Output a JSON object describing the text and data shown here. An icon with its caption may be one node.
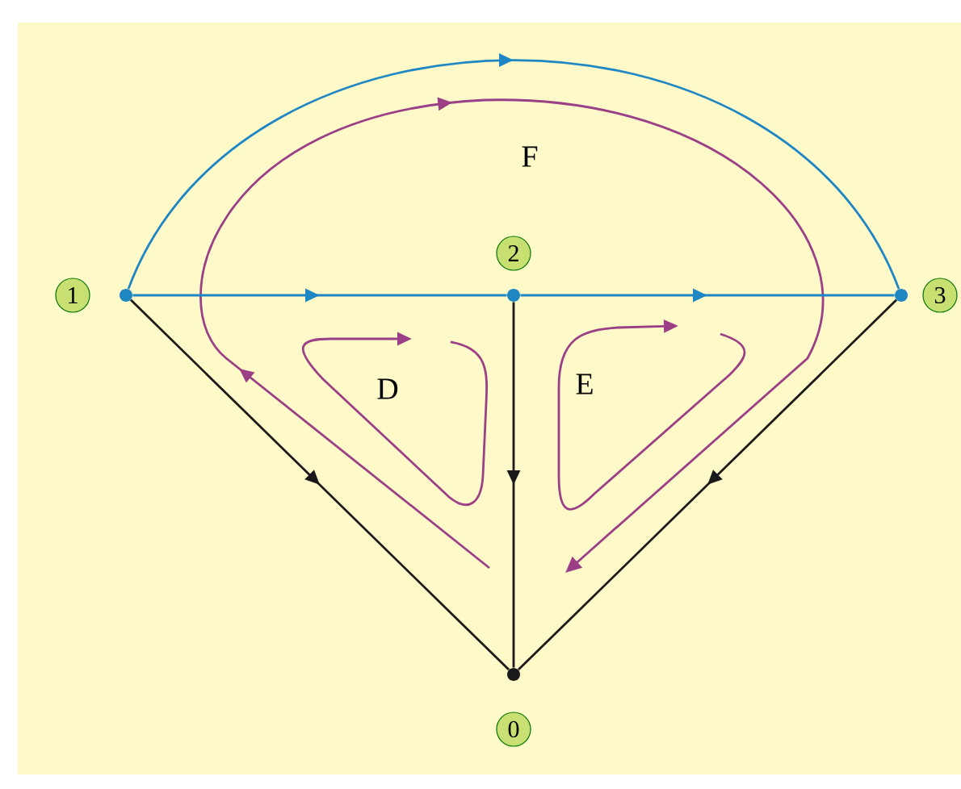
{
  "diagram": {
    "nodes": [
      {
        "text": [
          "1"
        ]
      },
      {
        "text": [
          "2"
        ]
      },
      {
        "text": [
          "3"
        ]
      },
      {
        "text": [
          "0"
        ]
      },
      {
        "text": [],
        "shape": "circle"
      },
      {
        "text": [],
        "shape": "circle"
      },
      {
        "text": [],
        "shape": "circle"
      },
      {
        "text": [],
        "shape": "circle"
      }
    ],
    "edges": [
      {
        "from": 4,
        "to": 6,
        "arrow": "to",
        "color": "#1f86c4"
      },
      {
        "from": 4,
        "to": 5,
        "arrow": "to",
        "color": "#1f86c4"
      },
      {
        "from": 5,
        "to": 6,
        "arrow": "to",
        "color": "#1f86c4"
      },
      {
        "from": 4,
        "to": 7,
        "arrow": "to",
        "color": "#1a1a1a"
      },
      {
        "from": 5,
        "to": 7,
        "arrow": "to",
        "color": "#1a1a1a"
      },
      {
        "from": 6,
        "to": 7,
        "arrow": "to",
        "color": "#1a1a1a"
      }
    ],
    "labels": [
      "F",
      "D",
      "E"
    ]
  }
}
